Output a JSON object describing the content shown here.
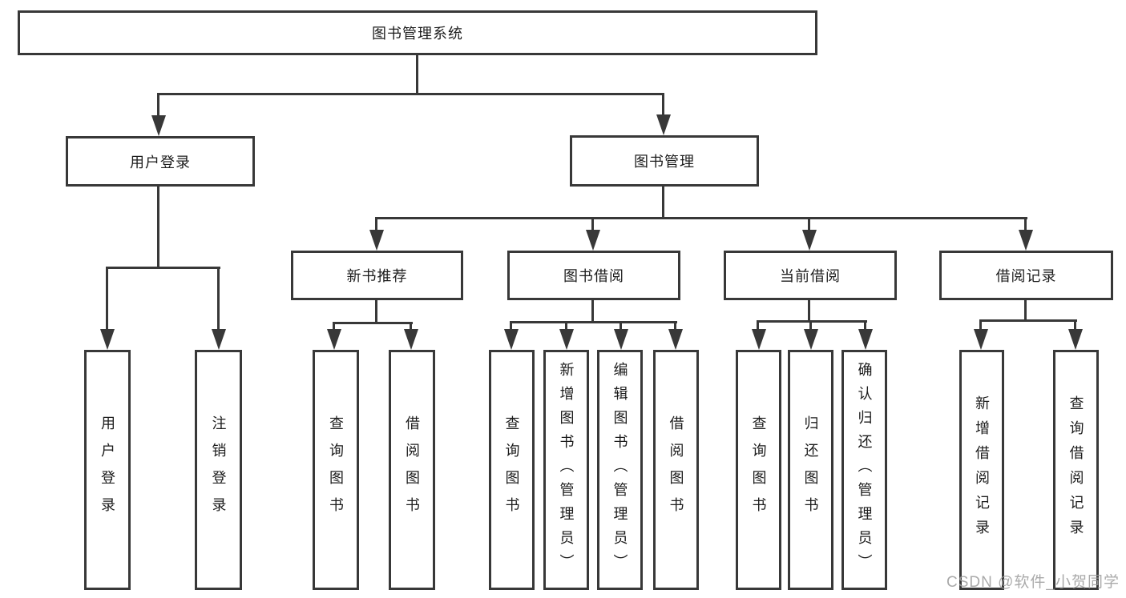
{
  "colors": {
    "line": "#383838",
    "text": "#1c1c1c",
    "watermark": "#9c9c9c",
    "background": "#ffffff"
  },
  "diagram": {
    "root": "图书管理系统",
    "level2": {
      "user_login": "用户登录",
      "book_management": "图书管理"
    },
    "level3": {
      "new_book_recommend": "新书推荐",
      "book_borrow": "图书借阅",
      "current_borrow": "当前借阅",
      "borrow_records": "借阅记录"
    },
    "leaves": {
      "user_login": "用户登录",
      "logout": "注销登录",
      "query_book_recommend": "查询图书",
      "borrow_book_recommend": "借阅图书",
      "query_book_borrow": "查询图书",
      "add_book_admin": "新增图书（管理员）",
      "edit_book_admin": "编辑图书（管理员）",
      "borrow_book": "借阅图书",
      "query_book_current": "查询图书",
      "return_book": "归还图书",
      "confirm_return_admin": "确认归还（管理员）",
      "add_borrow_record": "新增借阅记录",
      "query_borrow_record": "查询借阅记录"
    }
  },
  "watermark": "CSDN @软件_小贺同学"
}
